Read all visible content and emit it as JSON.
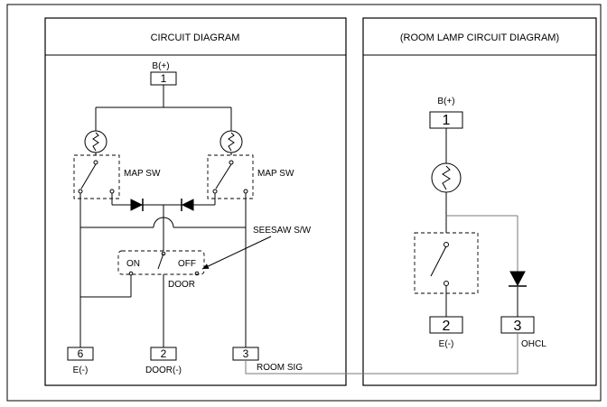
{
  "left_panel": {
    "title": "CIRCUIT DIAGRAM",
    "supply_label": "B(+)",
    "supply_pin": "1",
    "map_switch_left": "MAP SW",
    "map_switch_right": "MAP SW",
    "seesaw_label": "SEESAW S/W",
    "seesaw_on": "ON",
    "seesaw_off": "OFF",
    "seesaw_door": "DOOR",
    "pins": [
      {
        "number": "6",
        "label": "E(-)"
      },
      {
        "number": "2",
        "label": "DOOR(-)"
      },
      {
        "number": "3",
        "label": "ROOM SIG"
      }
    ]
  },
  "right_panel": {
    "title": "(ROOM LAMP CIRCUIT DIAGRAM)",
    "supply_label": "B(+)",
    "supply_pin": "1",
    "pins": [
      {
        "number": "2",
        "label": "E(-)"
      },
      {
        "number": "3",
        "label": "OHCL"
      }
    ]
  }
}
